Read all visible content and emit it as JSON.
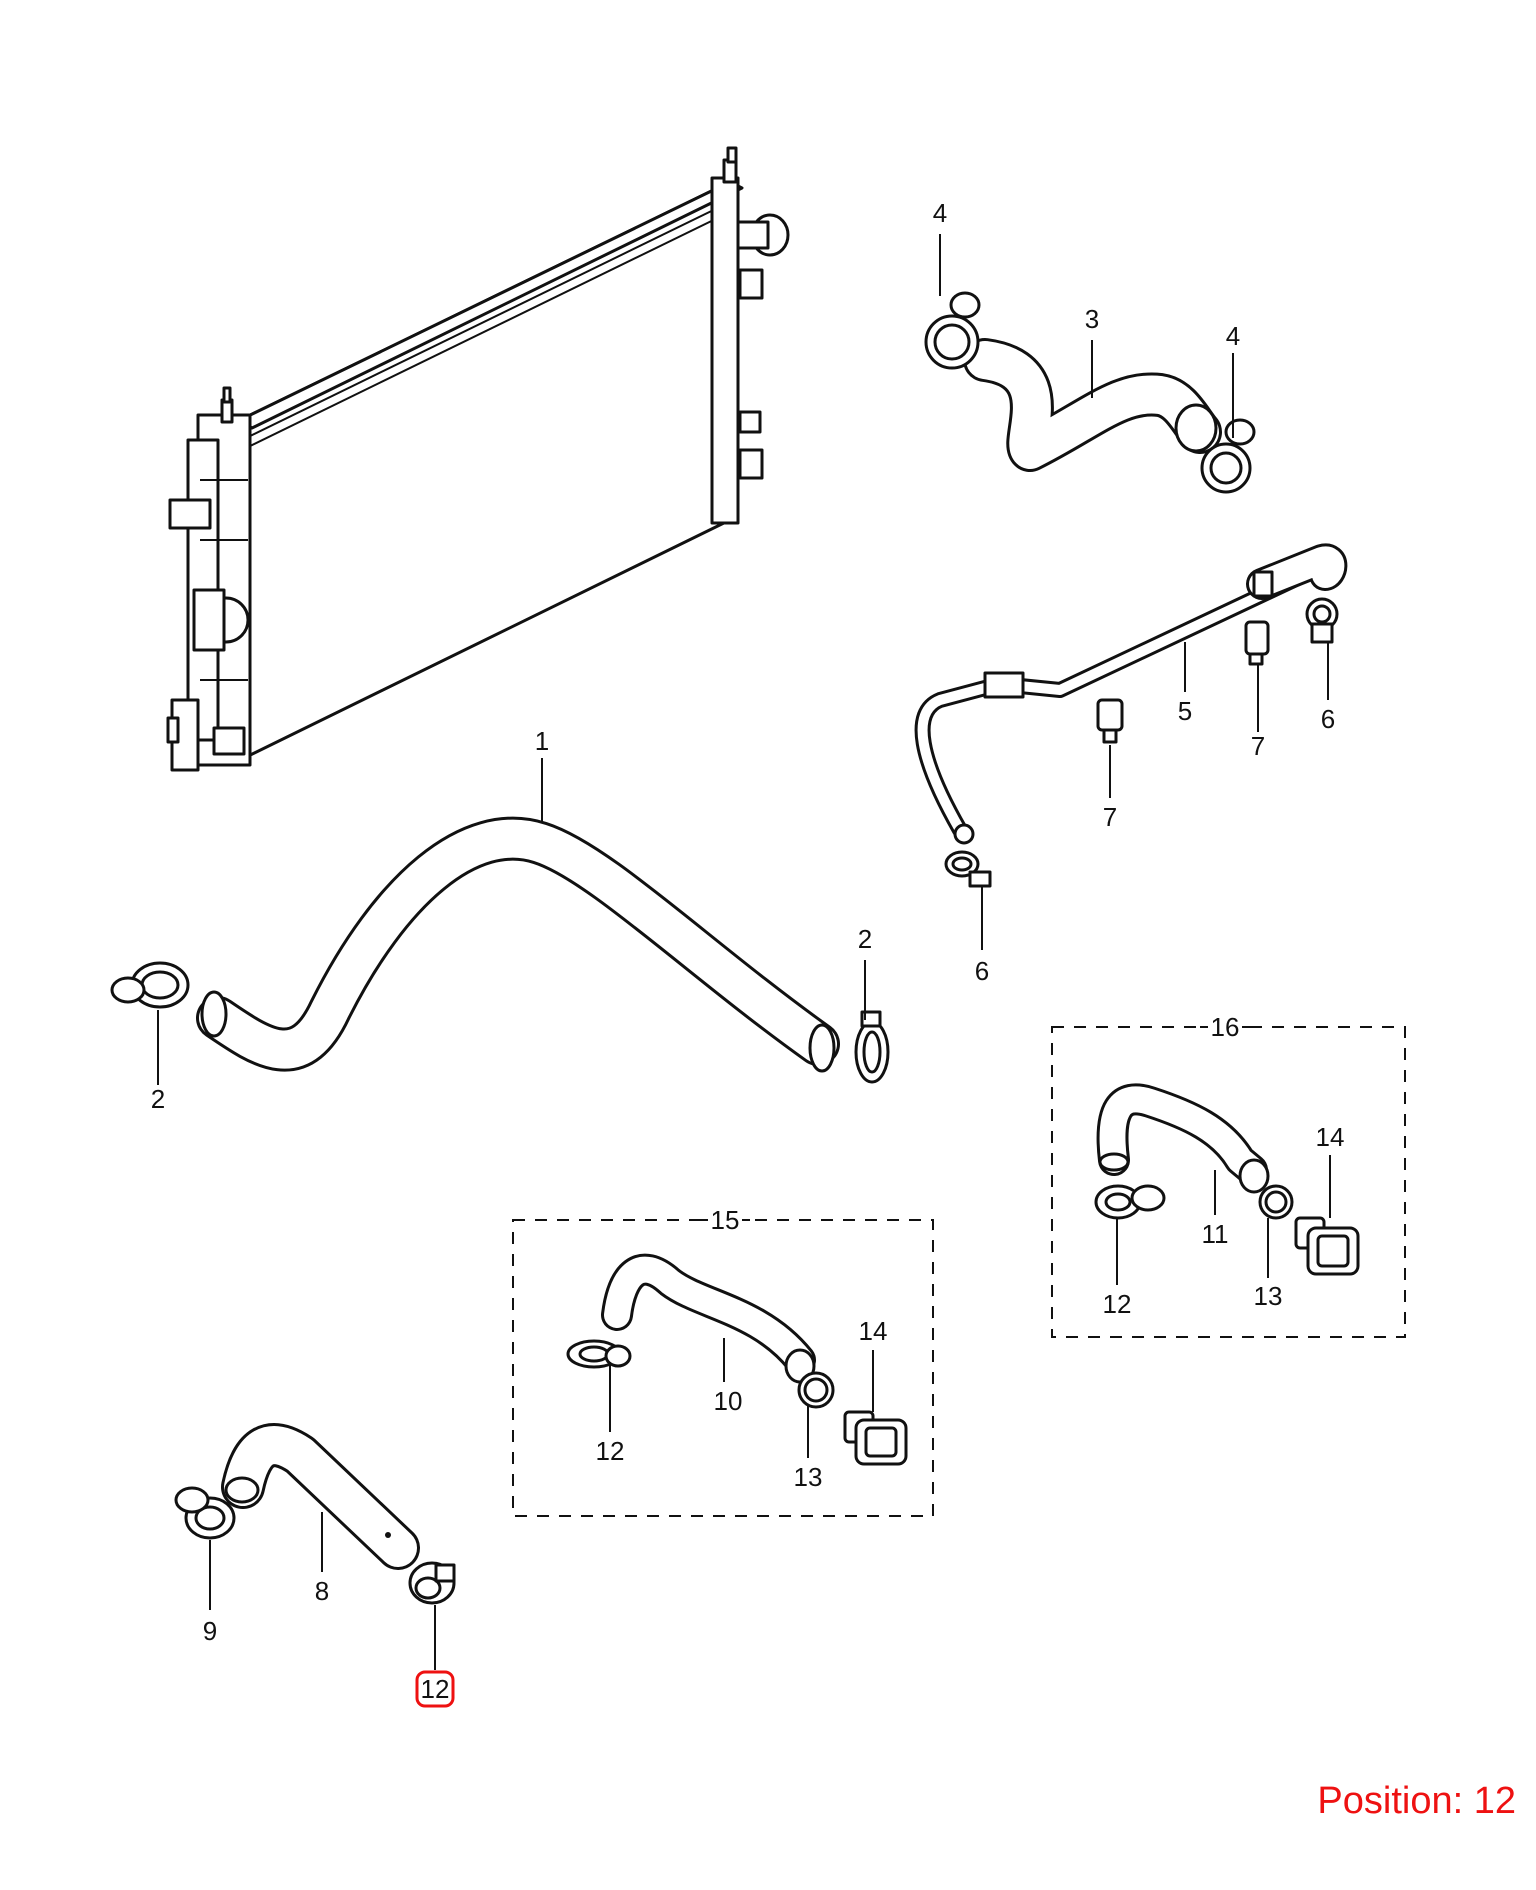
{
  "callouts": {
    "c1": "1",
    "c2a": "2",
    "c2b": "2",
    "c3": "3",
    "c4a": "4",
    "c4b": "4",
    "c5": "5",
    "c6a": "6",
    "c6b": "6",
    "c7a": "7",
    "c7b": "7",
    "c8": "8",
    "c9": "9",
    "c10": "10",
    "c11": "11",
    "c12a": "12",
    "c12b": "12",
    "c12c": "12",
    "c13a": "13",
    "c13b": "13",
    "c14a": "14",
    "c14b": "14",
    "c15": "15",
    "c16": "16"
  },
  "selection": {
    "label": "Position: 12",
    "highlighted_callout": "12",
    "highlight_color": "#ee1111"
  },
  "colors": {
    "line": "#111111",
    "background": "#ffffff"
  }
}
